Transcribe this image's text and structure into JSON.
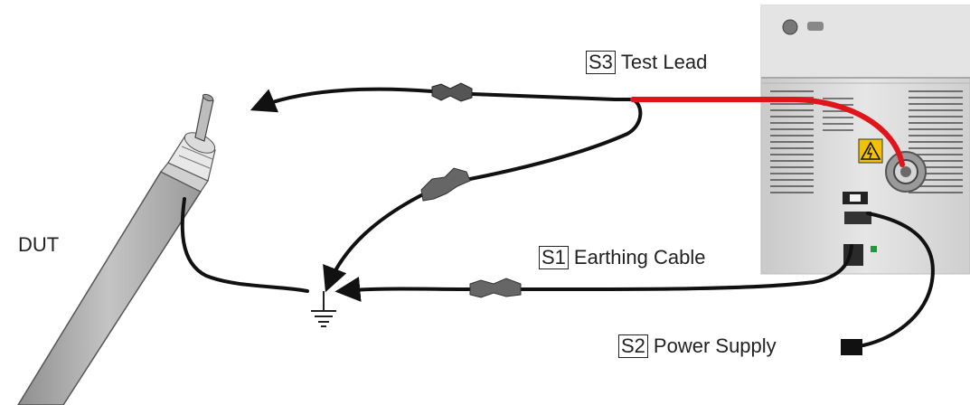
{
  "labels": {
    "dut": "DUT",
    "test_lead": {
      "code": "S3",
      "text": "Test Lead"
    },
    "earthing_cable": {
      "code": "S1",
      "text": "Earthing Cable"
    },
    "power_supply": {
      "code": "S2",
      "text": "Power Supply"
    }
  },
  "colors": {
    "test_lead_cable": "#e0141b",
    "black_cable": "#111111",
    "device_panel": "#d9d9d9",
    "warning_sign": "#f2c200"
  },
  "icons": [
    "warning-triangle-icon",
    "ground-symbol-icon",
    "clip-icon",
    "plug-icon",
    "arrow-icon"
  ]
}
